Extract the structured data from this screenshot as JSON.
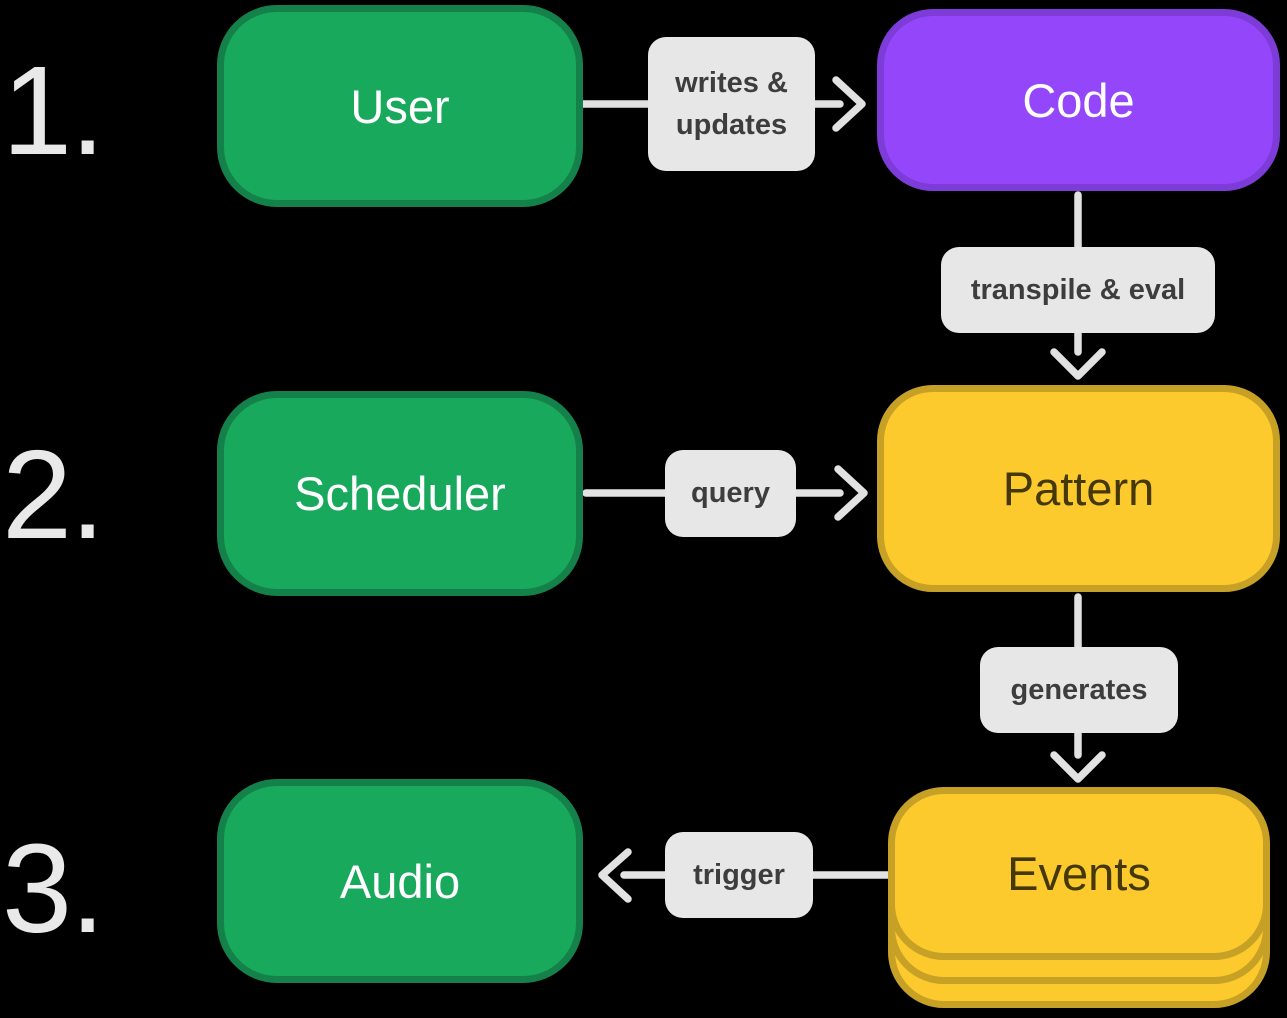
{
  "steps": {
    "one": "1.",
    "two": "2.",
    "three": "3."
  },
  "nodes": {
    "user": {
      "label": "User",
      "color": "green"
    },
    "code": {
      "label": "Code",
      "color": "purple"
    },
    "scheduler": {
      "label": "Scheduler",
      "color": "green"
    },
    "pattern": {
      "label": "Pattern",
      "color": "yellow"
    },
    "events": {
      "label": "Events",
      "color": "yellow",
      "stacked_cards": 3
    },
    "audio": {
      "label": "Audio",
      "color": "green"
    }
  },
  "edges": {
    "user_to_code": {
      "label": "writes & updates",
      "direction": "right"
    },
    "code_to_pattern": {
      "label": "transpile & eval",
      "direction": "down"
    },
    "scheduler_to_pattern": {
      "label": "query",
      "direction": "right"
    },
    "pattern_to_events": {
      "label": "generates",
      "direction": "down"
    },
    "events_to_audio": {
      "label": "trigger",
      "direction": "left"
    }
  },
  "colors": {
    "background": "#000000",
    "green_fill": "#18a95c",
    "green_border": "#15814a",
    "purple_fill": "#9447fa",
    "purple_border": "#7d3bd8",
    "yellow_fill": "#fdca2e",
    "yellow_border": "#c7a026",
    "label_bg": "#e7e7e7",
    "label_text": "#3d3d3d",
    "arrow": "#e2e2e2",
    "number": "#e9e9e9",
    "node_text_light": "#ffffff",
    "node_text_dark": "#443807"
  }
}
